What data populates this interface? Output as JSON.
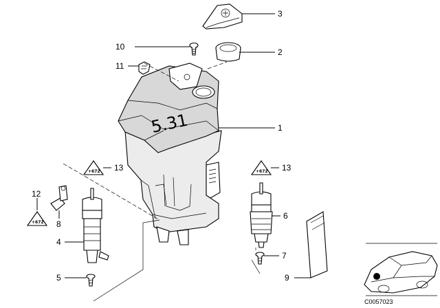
{
  "labels": {
    "p1": "1",
    "p2": "2",
    "p3": "3",
    "p4": "4",
    "p5": "5",
    "p6": "6",
    "p7": "7",
    "p8": "8",
    "p9": "9",
    "p10": "10",
    "p11": "11",
    "p12": "12",
    "p13a": "13",
    "p13b": "13"
  },
  "triangle_mark": "+672",
  "tank_mark": "5.31",
  "reference_code": "C0057023",
  "icons": {
    "tank": "washer-fluid-reservoir-icon",
    "pump": "washer-pump-icon",
    "car": "car-silhouette-icon",
    "warning": "warning-triangle-icon"
  }
}
